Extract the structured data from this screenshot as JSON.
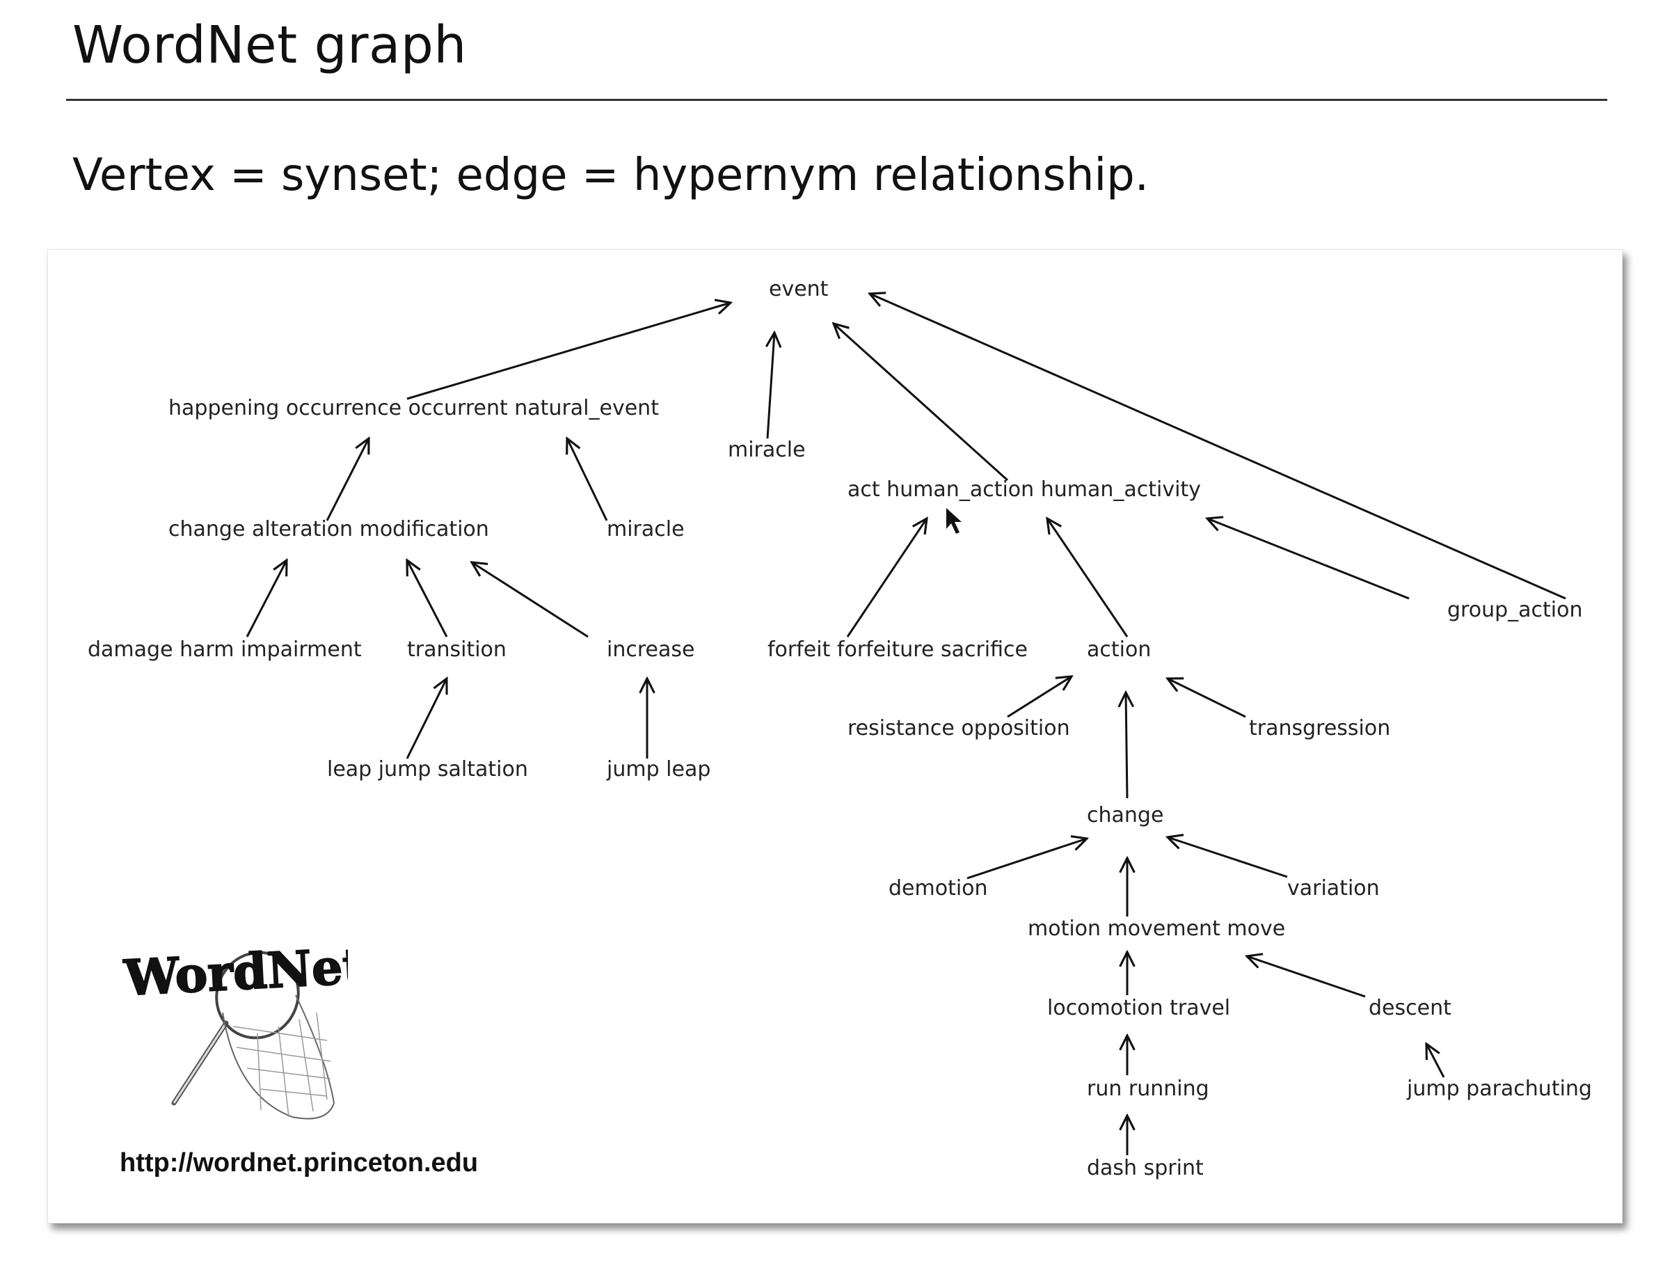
{
  "header": {
    "title": "WordNet graph",
    "subtitle": "Vertex = synset; edge = hypernym relationship."
  },
  "graph": {
    "nodes": [
      {
        "id": "event",
        "label": "event"
      },
      {
        "id": "happening",
        "label": "happening occurrence occurrent natural_event"
      },
      {
        "id": "miracle1",
        "label": "miracle"
      },
      {
        "id": "act",
        "label": "act human_action human_activity"
      },
      {
        "id": "change_alt",
        "label": "change alteration modification"
      },
      {
        "id": "miracle2",
        "label": "miracle"
      },
      {
        "id": "damage",
        "label": "damage harm impairment"
      },
      {
        "id": "transition",
        "label": "transition"
      },
      {
        "id": "increase",
        "label": "increase"
      },
      {
        "id": "forfeit",
        "label": "forfeit forfeiture sacrifice"
      },
      {
        "id": "action",
        "label": "action"
      },
      {
        "id": "group_action",
        "label": "group_action"
      },
      {
        "id": "leap",
        "label": "leap jump saltation"
      },
      {
        "id": "jumpleap",
        "label": "jump leap"
      },
      {
        "id": "resistance",
        "label": "resistance opposition"
      },
      {
        "id": "transgression",
        "label": "transgression"
      },
      {
        "id": "change",
        "label": "change"
      },
      {
        "id": "demotion",
        "label": "demotion"
      },
      {
        "id": "variation",
        "label": "variation"
      },
      {
        "id": "motion",
        "label": "motion movement move"
      },
      {
        "id": "locomotion",
        "label": "locomotion travel"
      },
      {
        "id": "descent",
        "label": "descent"
      },
      {
        "id": "run",
        "label": "run running"
      },
      {
        "id": "jump_para",
        "label": "jump parachuting"
      },
      {
        "id": "dash",
        "label": "dash sprint"
      }
    ],
    "edges": [
      {
        "from": "happening",
        "to": "event"
      },
      {
        "from": "miracle1",
        "to": "event"
      },
      {
        "from": "act",
        "to": "event"
      },
      {
        "from": "group_action",
        "to": "event"
      },
      {
        "from": "change_alt",
        "to": "happening"
      },
      {
        "from": "miracle2",
        "to": "happening"
      },
      {
        "from": "damage",
        "to": "change_alt"
      },
      {
        "from": "transition",
        "to": "change_alt"
      },
      {
        "from": "increase",
        "to": "change_alt"
      },
      {
        "from": "leap",
        "to": "transition"
      },
      {
        "from": "jumpleap",
        "to": "increase"
      },
      {
        "from": "forfeit",
        "to": "act"
      },
      {
        "from": "action",
        "to": "act"
      },
      {
        "from": "group_action",
        "to": "act"
      },
      {
        "from": "resistance",
        "to": "action"
      },
      {
        "from": "change",
        "to": "action"
      },
      {
        "from": "transgression",
        "to": "action"
      },
      {
        "from": "demotion",
        "to": "change"
      },
      {
        "from": "motion",
        "to": "change"
      },
      {
        "from": "variation",
        "to": "change"
      },
      {
        "from": "locomotion",
        "to": "motion"
      },
      {
        "from": "descent",
        "to": "motion"
      },
      {
        "from": "run",
        "to": "locomotion"
      },
      {
        "from": "dash",
        "to": "run"
      },
      {
        "from": "jump_para",
        "to": "descent"
      }
    ]
  },
  "logo": {
    "text": "WordNet"
  },
  "footer": {
    "url": "http://wordnet.princeton.edu"
  }
}
